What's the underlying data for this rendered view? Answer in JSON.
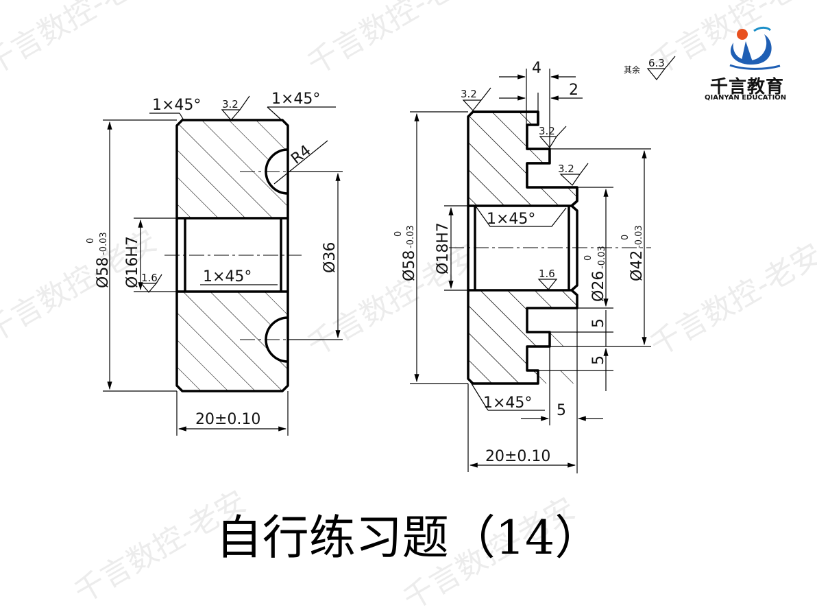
{
  "watermark": "千言数控-老安",
  "logo": {
    "cn": "千言教育",
    "en": "QIANYAN EDUCATION"
  },
  "roughness_note": {
    "label": "其余",
    "value": "6.3"
  },
  "left_part": {
    "chamfer_top_left": "1×45°",
    "chamfer_top_right": "1×45°",
    "chamfer_bore": "1×45°",
    "roughness_top": "3.2",
    "roughness_bore": "1.6",
    "radius": "R4",
    "outer_dia": "Ø58",
    "outer_tol_upper": "0",
    "outer_tol_lower": "-0.03",
    "bore_dia": "Ø16H7",
    "groove_dia": "Ø36",
    "width": "20±0.10"
  },
  "right_part": {
    "dim_4": "4",
    "dim_2": "2",
    "roughness_top": "3.2",
    "roughness_step1": "3.2",
    "roughness_step2": "3.2",
    "roughness_bore": "1.6",
    "chamfer_bore": "1×45°",
    "chamfer_bottom": "1×45°",
    "outer_dia": "Ø58",
    "outer_tol_upper": "0",
    "outer_tol_lower": "-0.03",
    "bore_dia": "Ø18H7",
    "hub_dia": "Ø26",
    "hub_tol_upper": "0",
    "hub_tol_lower": "-0.03",
    "step_dia": "Ø42",
    "step_tol_upper": "0",
    "step_tol_lower": "-0.03",
    "dim_5a": "5",
    "dim_5b": "5",
    "dim_5c": "5",
    "width": "20±0.10"
  },
  "title": "自行练习题（14）"
}
